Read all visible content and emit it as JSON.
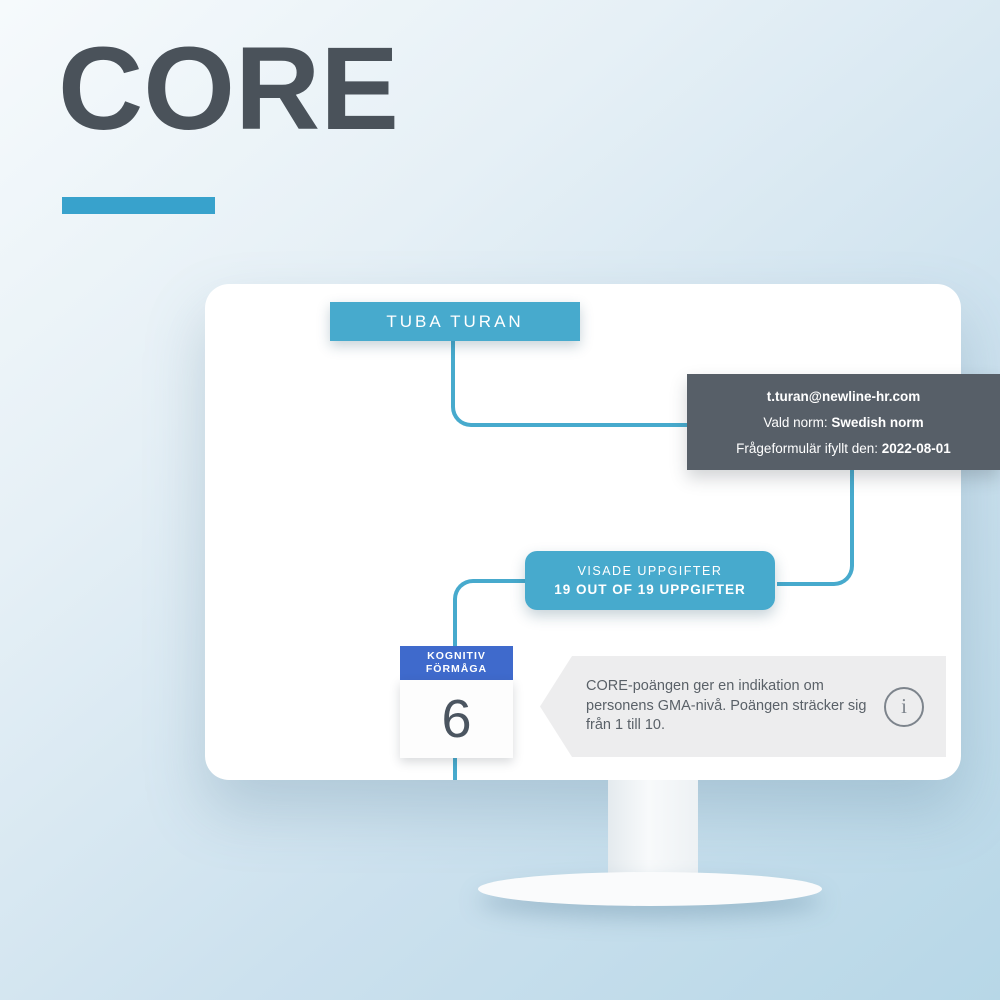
{
  "brand": {
    "title": "CORE"
  },
  "report": {
    "candidate_name": "TUBA TURAN",
    "info_box": {
      "email": "t.turan@newline-hr.com",
      "norm_label": "Vald norm:",
      "norm_value": "Swedish norm",
      "date_label": "Frågeformulär ifyllt den:",
      "date_value": "2022-08-01"
    },
    "tasks_box": {
      "title": "VISADE UPPGIFTER",
      "value": "19 OUT OF 19 UPPGIFTER"
    },
    "score_card": {
      "header_line1": "KOGNITIV",
      "header_line2": "FÖRMÅGA",
      "score": "6"
    },
    "tooltip": {
      "text": "CORE-poängen ger en indikation om personens GMA-nivå. Poängen sträcker sig från 1 till 10.",
      "icon": "info-icon",
      "icon_glyph": "i"
    }
  },
  "colors": {
    "accent_teal": "#47aacd",
    "brand_dark": "#4a525a",
    "info_box_bg": "#575f68",
    "score_header_blue": "#3f6acc",
    "tooltip_bg": "#ededee",
    "background_blue": "#b7d7e7"
  }
}
